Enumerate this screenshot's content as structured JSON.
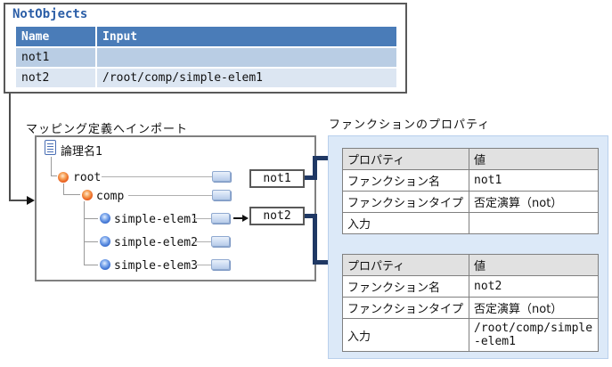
{
  "not_objects": {
    "title": "NotObjects",
    "table": {
      "headers": [
        "Name",
        "Input"
      ],
      "rows": [
        {
          "name": "not1",
          "input": ""
        },
        {
          "name": "not2",
          "input": "/root/comp/simple-elem1"
        }
      ]
    }
  },
  "mapping": {
    "label": "マッピング定義へインポート",
    "tree": {
      "root_label": "論理名1",
      "nodes": [
        {
          "label": "root"
        },
        {
          "label": "comp"
        },
        {
          "label": "simple-elem1"
        },
        {
          "label": "simple-elem2"
        },
        {
          "label": "simple-elem3"
        }
      ]
    },
    "function_boxes": [
      {
        "label": "not1"
      },
      {
        "label": "not2"
      }
    ]
  },
  "properties_panel": {
    "label": "ファンクションのプロパティ",
    "tables": [
      {
        "headers": [
          "プロパティ",
          "値"
        ],
        "rows": [
          {
            "prop": "ファンクション名",
            "value": "not1"
          },
          {
            "prop": "ファンクションタイプ",
            "value": "否定演算（not）"
          },
          {
            "prop": "入力",
            "value": ""
          }
        ]
      },
      {
        "headers": [
          "プロパティ",
          "値"
        ],
        "rows": [
          {
            "prop": "ファンクション名",
            "value": "not2"
          },
          {
            "prop": "ファンクションタイプ",
            "value": "否定演算（not）"
          },
          {
            "prop": "入力",
            "value": "/root/comp/simple-elem1"
          }
        ]
      }
    ]
  },
  "colors": {
    "table_header_blue": "#4a7cb8",
    "row_tint_dark": "#b9cde4",
    "row_tint_light": "#dce6f2",
    "title_blue": "#2b5ea7",
    "panel_blue": "#dce9f8",
    "connector_navy": "#1f3864",
    "box_border_gray": "#595959"
  }
}
